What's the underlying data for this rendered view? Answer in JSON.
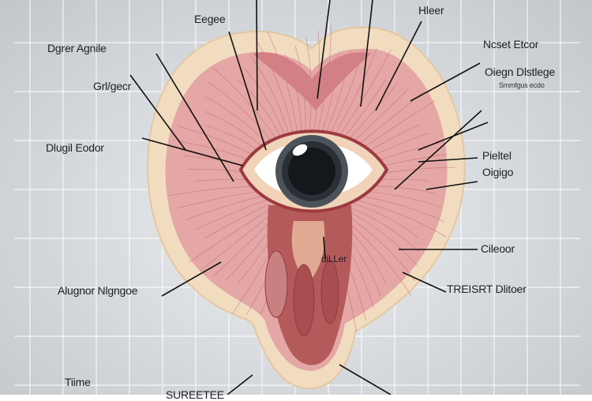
{
  "diagram": {
    "labels": {
      "eegee": "Eegee",
      "dgrer_agnile": "Dgrer Agnile",
      "grl_gecr": "Grl/gecr",
      "dlugil_eodor": "Dlugil Eodor",
      "hleer": "Hleer",
      "ncset_etcor": "Ncset Etcor",
      "oiegn_dlstlege": "Oiegn Dlstlege",
      "oiegn_sub": "Smmfgus ecdo",
      "pieltel": "Pieltel",
      "oigigo": "Oigigo",
      "cileoor": "Cileoor",
      "treisrt_dlitoer": "TREISRT Dlitoer",
      "alugnor_nlgngoe": "Alugnor Nlgngoe",
      "tiime": "Tiime",
      "sureetee": "SUREETEE",
      "inner": "diLLer"
    },
    "colors": {
      "background": "#c9cdd2",
      "rim": "#f1dcc0",
      "tissue": "#e4a7a5",
      "muscle": "#b55a5a",
      "iris": "#4b525a",
      "pupil": "#14171b"
    }
  }
}
